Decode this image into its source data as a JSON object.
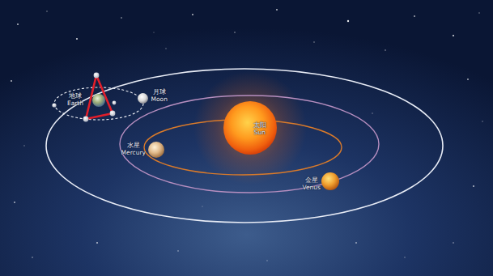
{
  "diagram": {
    "nodes": [
      {
        "text": [
          "地球 Earth"
        ]
      },
      {
        "text": [
          "月球 Moon"
        ]
      },
      {
        "text": [
          "太阳 Sun"
        ]
      },
      {
        "text": [
          "水星 Mercury"
        ]
      },
      {
        "text": [
          "金星 Venus"
        ]
      }
    ]
  }
}
